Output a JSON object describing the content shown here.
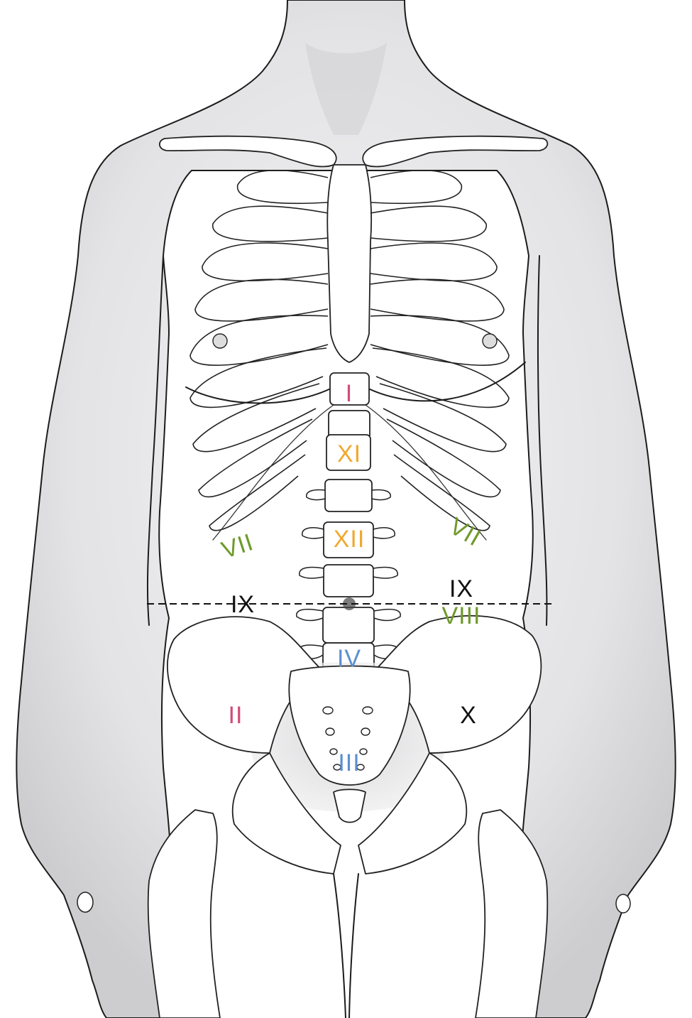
{
  "markers": [
    {
      "id": "I",
      "text": "I",
      "color": "#d14b7a"
    },
    {
      "id": "XI",
      "text": "XI",
      "color": "#f0a830"
    },
    {
      "id": "XII",
      "text": "XII",
      "color": "#f0a830"
    },
    {
      "id": "VII-left",
      "text": "VII",
      "color": "#6f9a2a"
    },
    {
      "id": "VII-right",
      "text": "VII",
      "color": "#6f9a2a"
    },
    {
      "id": "IX-left",
      "text": "IX",
      "color": "#111111"
    },
    {
      "id": "IX-right",
      "text": "IX",
      "color": "#111111"
    },
    {
      "id": "VIII",
      "text": "VIII",
      "color": "#6f9a2a"
    },
    {
      "id": "IV",
      "text": "IV",
      "color": "#5b8fd1"
    },
    {
      "id": "II",
      "text": "II",
      "color": "#d14b7a"
    },
    {
      "id": "X",
      "text": "X",
      "color": "#111111"
    },
    {
      "id": "III",
      "text": "III",
      "color": "#5b8fd1"
    }
  ],
  "colors": {
    "skin_shade": "#cfcfd2",
    "outline": "#1c1c1c",
    "background": "#ffffff"
  }
}
